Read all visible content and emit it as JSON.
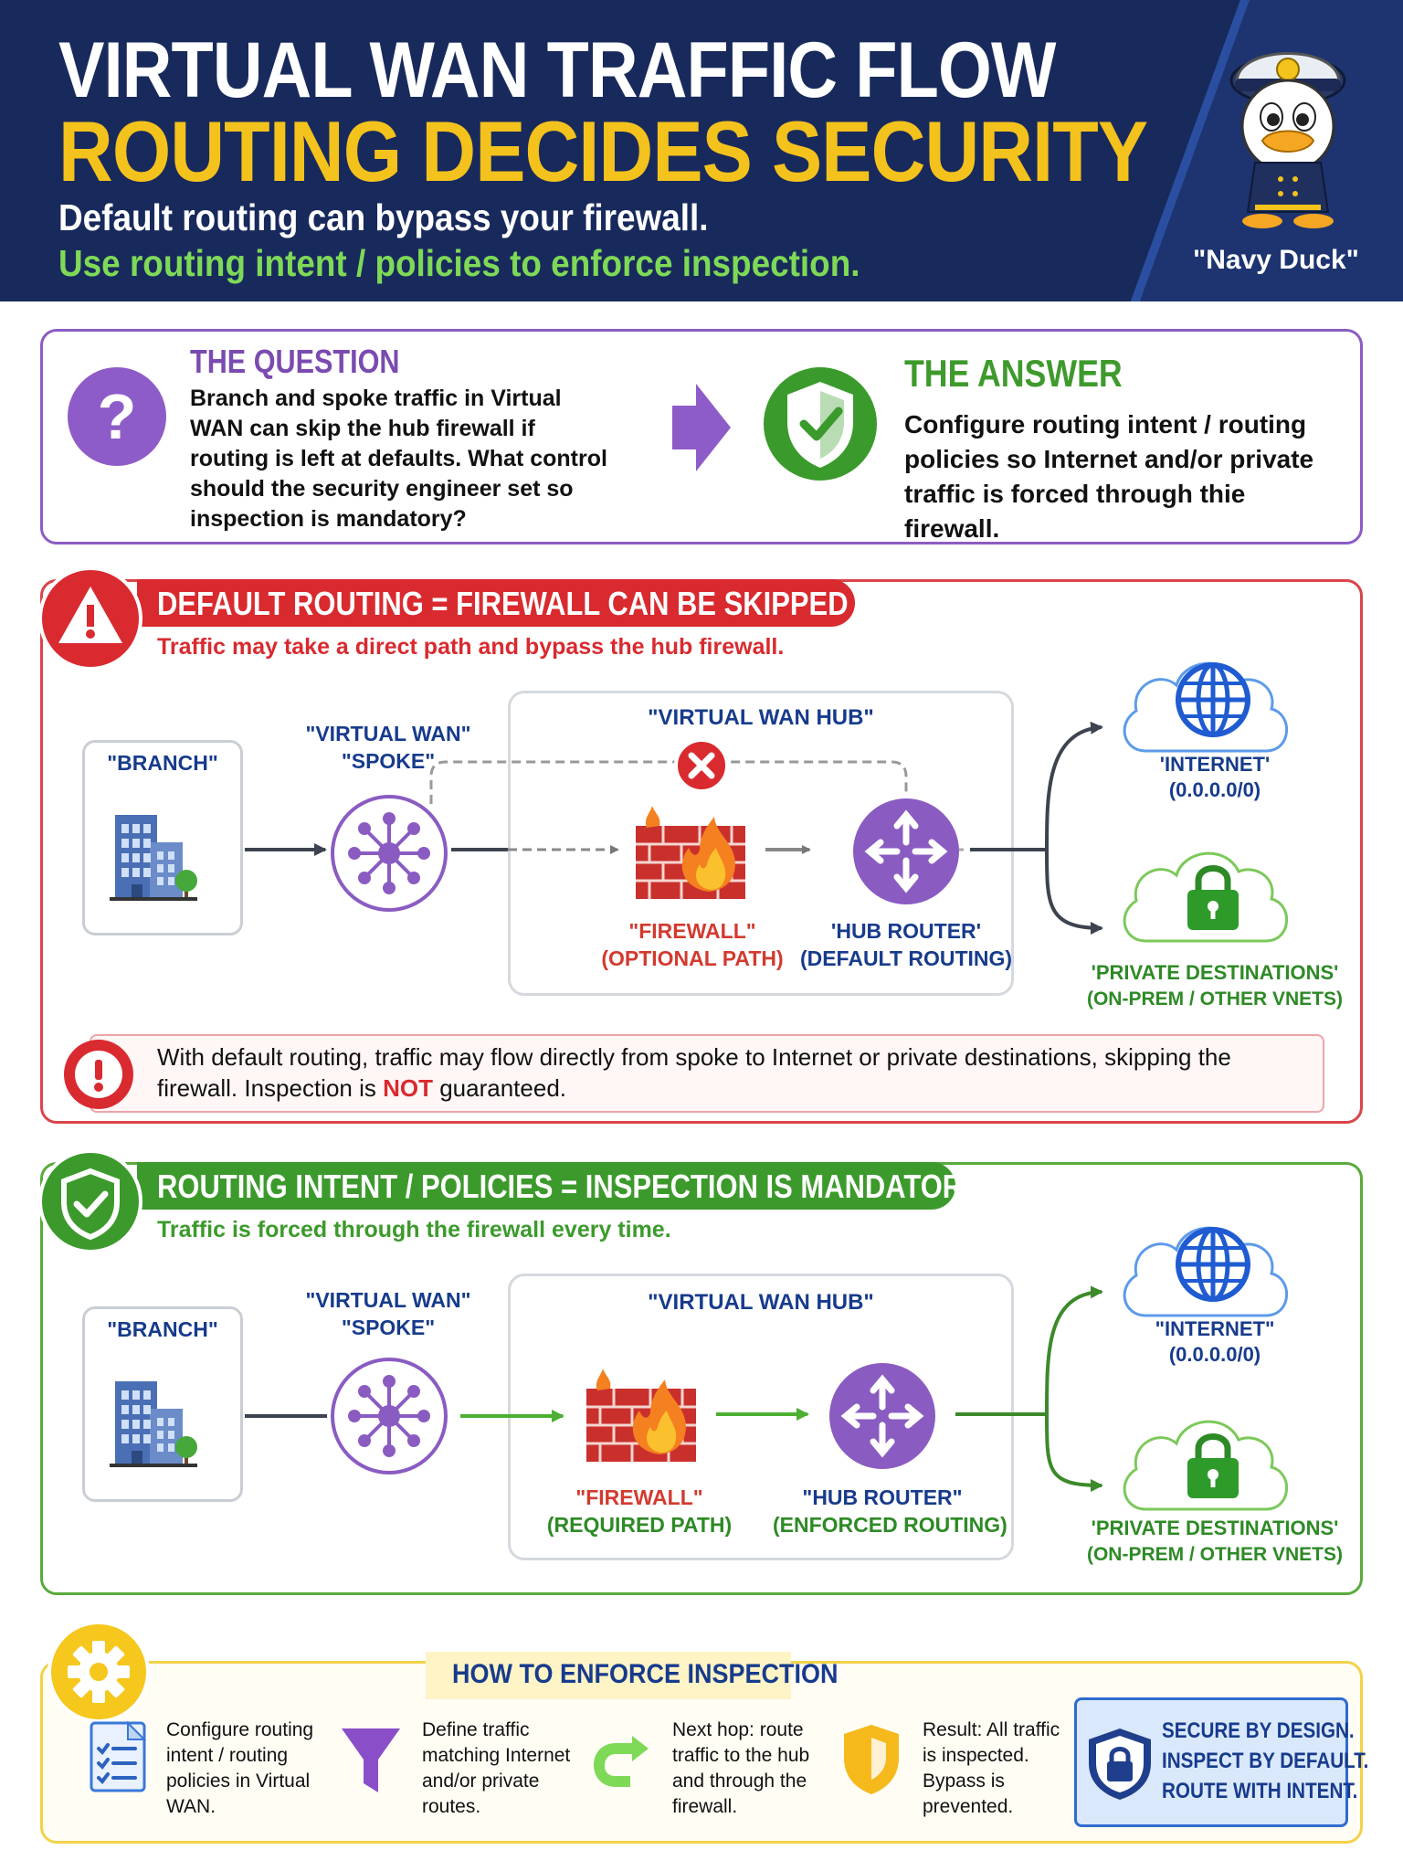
{
  "header": {
    "title_line1": "VIRTUAL WAN TRAFFIC FLOW",
    "title_line2": "ROUTING DECIDES SECURITY",
    "subtitle_line1": "Default routing can bypass your firewall.",
    "subtitle_line2": "Use routing intent / policies to enforce inspection.",
    "mascot_caption": "\"Navy Duck\""
  },
  "qa": {
    "question_title": "THE QUESTION",
    "question_text": "Branch and spoke traffic in Virtual WAN can skip the hub firewall if routing is left at defaults. What control should the security engineer set so inspection is mandatory?",
    "answer_title": "THE ANSWER",
    "answer_text": "Configure routing intent / routing policies so Internet and/or private traffic is forced through thie firewall."
  },
  "default_section": {
    "banner": "DEFAULT ROUTING = FIREWALL CAN BE SKIPPED",
    "subtitle": "Traffic may take a direct path and bypass the hub firewall.",
    "branch_label": "\"BRANCH\"",
    "spoke_label_1": "\"VIRTUAL WAN\"",
    "spoke_label_2": "\"SPOKE\"",
    "hub_label": "\"VIRTUAL WAN HUB\"",
    "firewall_label_1": "\"FIREWALL\"",
    "firewall_label_2": "(OPTIONAL PATH)",
    "router_label_1": "'HUB ROUTER'",
    "router_label_2": "(DEFAULT ROUTING)",
    "internet_label_1": "'INTERNET'",
    "internet_label_2": "(0.0.0.0/0)",
    "private_label_1": "'PRIVATE DESTINATIONS'",
    "private_label_2": "(ON-PREM / OTHER VNETS)",
    "note_part1": "With default routing, traffic may flow directly from spoke to Internet or private destinations, skipping the firewall. Inspection is ",
    "note_not": "NOT",
    "note_part2": " guaranteed."
  },
  "intent_section": {
    "banner": "ROUTING INTENT / POLICIES = INSPECTION IS MANDATORY",
    "subtitle": "Traffic is forced through the firewall every time.",
    "branch_label": "\"BRANCH\"",
    "spoke_label_1": "\"VIRTUAL WAN\"",
    "spoke_label_2": "\"SPOKE\"",
    "hub_label": "\"VIRTUAL WAN HUB\"",
    "firewall_label_1": "\"FIREWALL\"",
    "firewall_label_2": "(REQUIRED PATH)",
    "router_label_1": "\"HUB ROUTER\"",
    "router_label_2": "(ENFORCED ROUTING)",
    "internet_label_1": "\"INTERNET\"",
    "internet_label_2": "(0.0.0.0/0)",
    "private_label_1": "'PRIVATE DESTINATIONS'",
    "private_label_2": "(ON-PREM / OTHER VNETS)"
  },
  "enforce": {
    "title": "HOW TO ENFORCE INSPECTION",
    "step1": "Configure routing intent / routing policies in Virtual WAN.",
    "step2": "Define traffic matching Internet and/or private routes.",
    "step3": "Next hop: route traffic to the hub and through the firewall.",
    "step4": "Result: All traffic is inspected. Bypass is prevented.",
    "secure_line1": "SECURE BY DESIGN.",
    "secure_line2": "INSPECT BY DEFAULT.",
    "secure_line3": "ROUTE WITH INTENT."
  },
  "colors": {
    "navy": "#182a5c",
    "yellow": "#f4c21c",
    "green": "#3c9a2c",
    "red": "#d92a2f",
    "purple": "#7a4bb0",
    "blue_label": "#173b8c"
  },
  "icons": [
    "question-icon",
    "shield-check-icon",
    "warning-icon",
    "exclamation-icon",
    "building-icon",
    "hub-spoke-icon",
    "firewall-icon",
    "router-icon",
    "globe-cloud-icon",
    "lock-cloud-icon",
    "gear-icon",
    "checklist-icon",
    "funnel-icon",
    "route-arrow-icon",
    "shield-icon",
    "secure-lock-shield-icon",
    "navy-duck-mascot"
  ]
}
